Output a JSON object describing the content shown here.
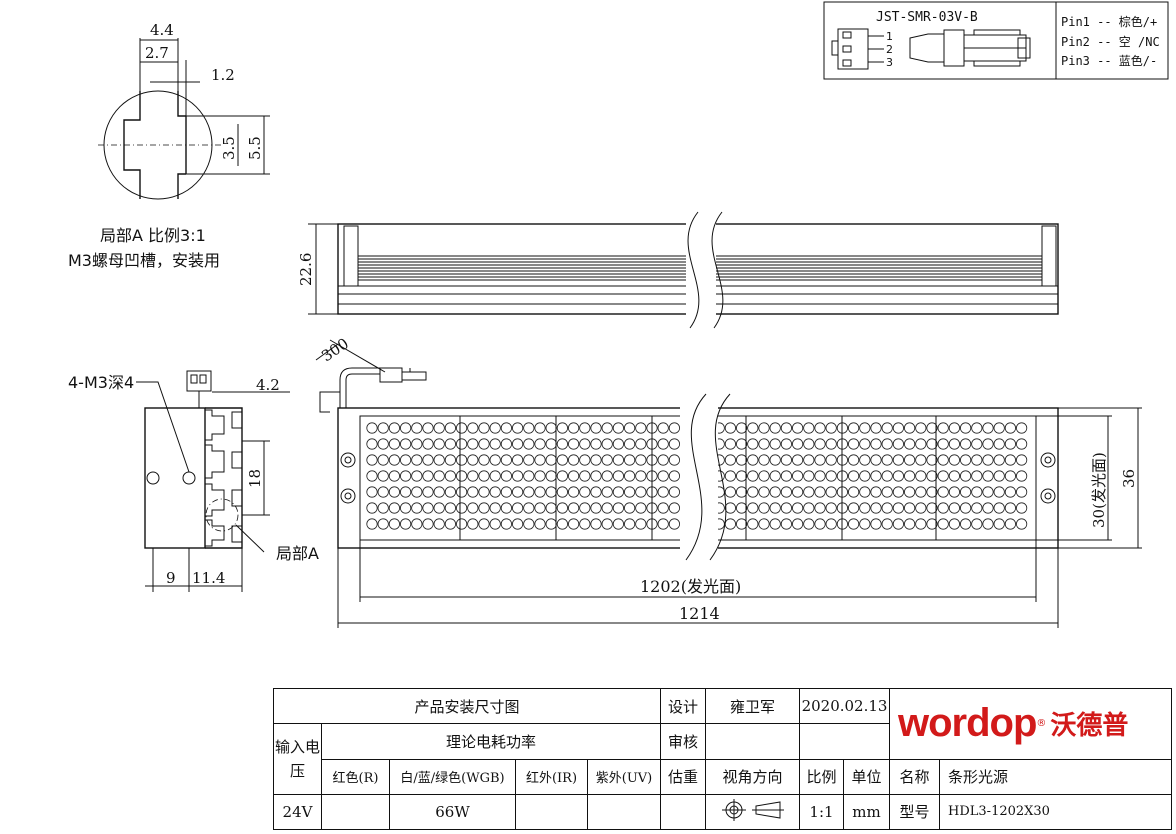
{
  "connector": {
    "model": "JST-SMR-03V-B",
    "pin_numbers": [
      "1",
      "2",
      "3"
    ],
    "pins": [
      "Pin1 -- 棕色/+",
      "Pin2 -- 空 /NC",
      "Pin3 -- 蓝色/-"
    ]
  },
  "detail_a": {
    "dims": [
      "4.4",
      "2.7",
      "1.2",
      "3.5",
      "5.5"
    ],
    "caption_line1": "局部A 比例3:1",
    "caption_line2": "M3螺母凹槽，安装用"
  },
  "side_view": {
    "height_dim": "22.6"
  },
  "end_view": {
    "hole_label": "4-M3深4",
    "dims": [
      "4.2",
      "18",
      "9",
      "11.4"
    ],
    "detail_callout": "局部A"
  },
  "front_view": {
    "cable_length": "300",
    "emitting_height": "30(发光面)",
    "total_height": "36",
    "emitting_length": "1202(发光面)",
    "total_length": "1214"
  },
  "title_block": {
    "drawing_title": "产品安装尺寸图",
    "design_label": "设计",
    "designer": "雍卫军",
    "date": "2020.02.13",
    "input_voltage_label": "输入电压",
    "power_label": "理论电耗功率",
    "review_label": "审核",
    "red_label": "红色(R)",
    "wbg_label": "白/蓝/绿色(WGB)",
    "ir_label": "红外(IR)",
    "uv_label": "紫外(UV)",
    "weight_label": "估重",
    "view_label": "视角方向",
    "scale_label": "比例",
    "unit_label": "单位",
    "name_label": "名称",
    "name_value": "条形光源",
    "voltage_value": "24V",
    "power_value": "66W",
    "scale_value": "1:1",
    "unit_value": "mm",
    "model_label": "型号",
    "model_value": "HDL3-1202X30"
  },
  "brand": {
    "logo_text": "wordop",
    "logo_cn": "沃德普",
    "color": "#d21a1a"
  }
}
